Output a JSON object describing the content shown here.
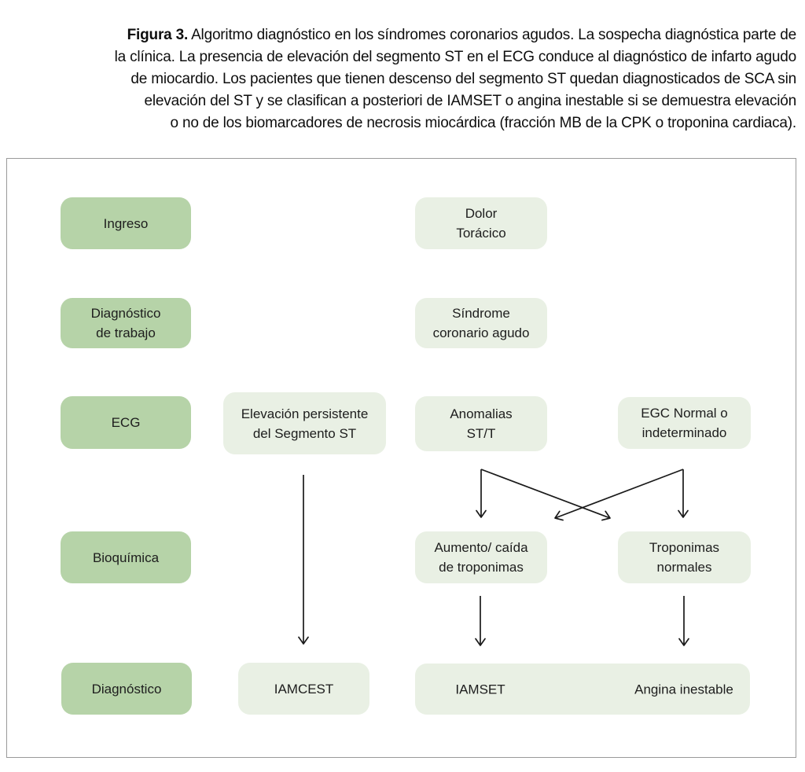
{
  "figure_caption": {
    "label": "Figura 3.",
    "lines": [
      " Algoritmo diagnóstico en los síndromes coronarios agudos. La sospecha diagnóstica parte de",
      "la clínica. La presencia de elevación del segmento ST en el ECG conduce al diagnóstico de infarto agudo",
      "de miocardio. Los pacientes que tienen descenso del segmento ST quedan diagnosticados de SCA sin",
      "elevación del ST y se clasifican a posteriori de IAMSET o angina inestable si se demuestra elevación",
      "o no de los biomarcadores de necrosis miocárdica (fracción MB de la CPK o troponina cardiaca)."
    ]
  },
  "flowchart": {
    "labels": {
      "ingreso": "Ingreso",
      "diagnostico_de_trabajo": "Diagnóstico\nde trabajo",
      "ecg": "ECG",
      "bioquimica": "Bioquímica",
      "diagnostico": "Diagnóstico",
      "dolor_toracico": "Dolor\nTorácico",
      "sindrome_coronario_agudo": "Síndrome\ncoronario agudo",
      "elevacion_persistente": "Elevación persistente\ndel Segmento ST",
      "anomalias_st_t": "Anomalias\nST/T",
      "egc_normal_indeterminado": "EGC Normal o\nindeterminado",
      "aumento_caida_troponimas": "Aumento/ caída\nde troponimas",
      "troponimas_normales": "Troponimas\nnormales",
      "iamcest": "IAMCEST",
      "iamset": "IAMSET",
      "angina_inestable": "Angina inestable"
    },
    "edges": [
      {
        "from": "elevacion_persistente",
        "to": "iamcest"
      },
      {
        "from": "anomalias_st_t",
        "to": "aumento_caida_troponimas"
      },
      {
        "from": "anomalias_st_t",
        "to": "troponimas_normales"
      },
      {
        "from": "egc_normal_indeterminado",
        "to": "troponimas_normales"
      },
      {
        "from": "egc_normal_indeterminado",
        "to": "aumento_caida_troponimas"
      },
      {
        "from": "aumento_caida_troponimas",
        "to": "iamset"
      },
      {
        "from": "troponimas_normales",
        "to": "angina_inestable"
      }
    ]
  },
  "colors": {
    "row_label_bg": "#b6d3a8",
    "node_bg": "#e9f0e4",
    "arrow": "#1a1a1a",
    "panel_border": "#9a9a9a",
    "text": "#1d1d1d"
  }
}
